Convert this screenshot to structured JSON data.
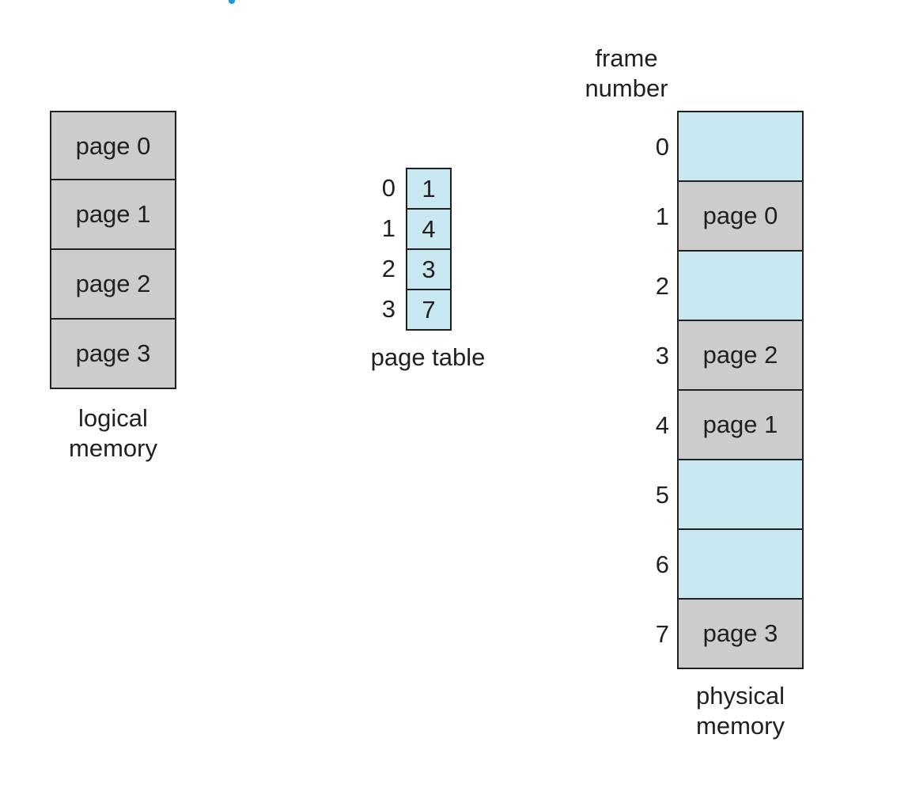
{
  "colors": {
    "free_frame": "#c7e8f1",
    "used_page": "#cccccc",
    "border": "#231f20",
    "heading_fragment": "#1a9bd7"
  },
  "logical_memory": {
    "label_line1": "logical",
    "label_line2": "memory",
    "pages": [
      "page 0",
      "page 1",
      "page 2",
      "page 3"
    ]
  },
  "page_table": {
    "label": "page table",
    "entries": [
      {
        "index": "0",
        "frame": "1"
      },
      {
        "index": "1",
        "frame": "4"
      },
      {
        "index": "2",
        "frame": "3"
      },
      {
        "index": "3",
        "frame": "7"
      }
    ]
  },
  "physical_memory": {
    "frame_header_line1": "frame",
    "frame_header_line2": "number",
    "label_line1": "physical",
    "label_line2": "memory",
    "frames": [
      {
        "number": "0",
        "content": ""
      },
      {
        "number": "1",
        "content": "page 0"
      },
      {
        "number": "2",
        "content": ""
      },
      {
        "number": "3",
        "content": "page 2"
      },
      {
        "number": "4",
        "content": "page 1"
      },
      {
        "number": "5",
        "content": ""
      },
      {
        "number": "6",
        "content": ""
      },
      {
        "number": "7",
        "content": "page 3"
      }
    ]
  }
}
